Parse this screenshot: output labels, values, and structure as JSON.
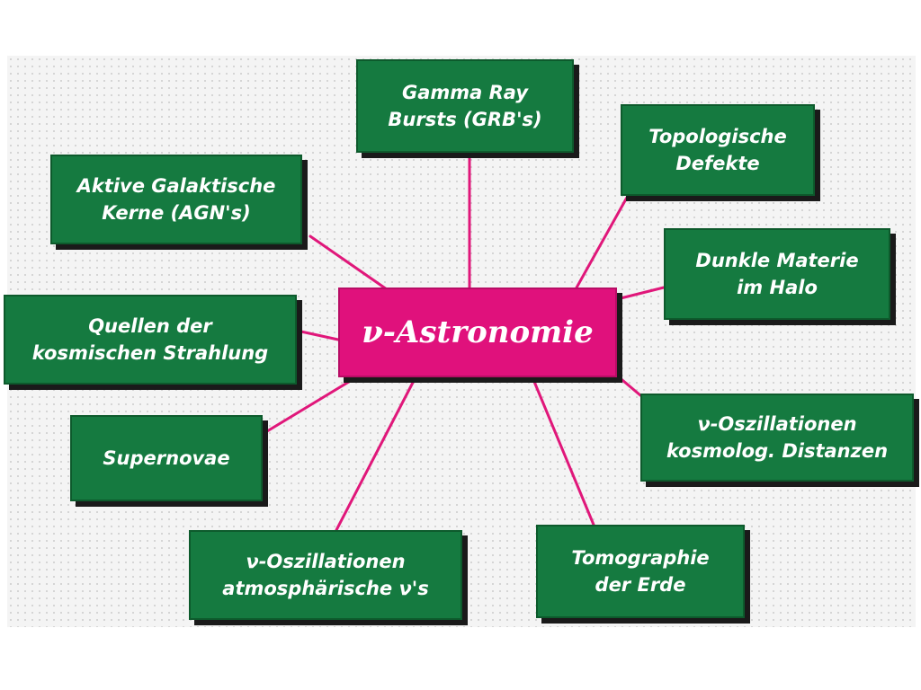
{
  "colors": {
    "node_fill": "#157a40",
    "center_fill": "#e0117c",
    "connector": "#e0177a",
    "shadow": "#1a1a1a",
    "text": "#ffffff"
  },
  "center": {
    "label": "ν-Astronomie"
  },
  "nodes": {
    "grb": {
      "line1": "Gamma Ray",
      "line2": "Bursts (GRB's)"
    },
    "topological": {
      "line1": "Topologische",
      "line2": "Defekte"
    },
    "agn": {
      "line1": "Aktive Galaktische",
      "line2": "Kerne (AGN's)"
    },
    "dark_matter": {
      "line1": "Dunkle Materie",
      "line2": "im Halo"
    },
    "cosmic_rays": {
      "line1": "Quellen der",
      "line2": "kosmischen Strahlung"
    },
    "oscillation_cosmo": {
      "line1": "ν-Oszillationen",
      "line2": "kosmolog. Distanzen"
    },
    "supernovae": {
      "line1": "Supernovae"
    },
    "oscillation_atmo": {
      "line1": "ν-Oszillationen",
      "line2": "atmosphärische ν's"
    },
    "tomography": {
      "line1": "Tomographie",
      "line2": "der Erde"
    }
  }
}
